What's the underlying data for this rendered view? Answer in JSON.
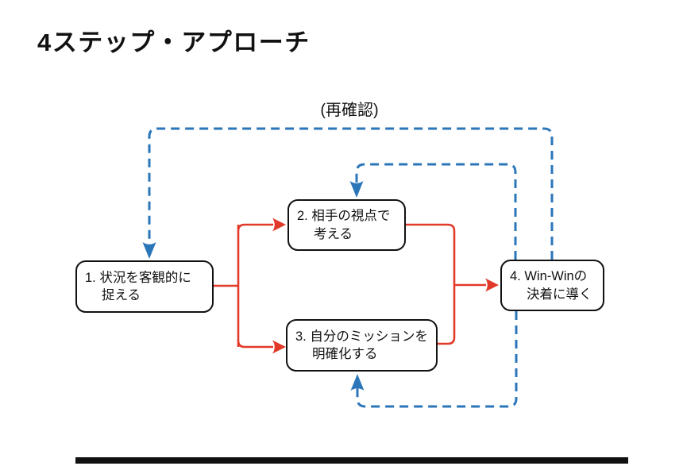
{
  "title": "4ステップ・アプローチ",
  "annotation": "(再確認)",
  "colors": {
    "flow": "#e23a2a",
    "feedback": "#2b76b9",
    "ink": "#111111"
  },
  "boxes": [
    {
      "id": "step-1",
      "lines": [
        "1. 状況を客観的に",
        "捉える"
      ]
    },
    {
      "id": "step-2",
      "lines": [
        "2. 相手の視点で",
        "考える"
      ]
    },
    {
      "id": "step-3",
      "lines": [
        "3. 自分のミッションを",
        "明確化する"
      ]
    },
    {
      "id": "step-4",
      "lines": [
        "4. Win-Winの",
        "決着に導く"
      ]
    }
  ],
  "edges": [
    {
      "from": "step-1",
      "to": "step-2",
      "style": "solid"
    },
    {
      "from": "step-1",
      "to": "step-3",
      "style": "solid"
    },
    {
      "from": "step-2",
      "to": "step-4",
      "style": "solid"
    },
    {
      "from": "step-3",
      "to": "step-4",
      "style": "solid"
    },
    {
      "from": "step-4",
      "to": "step-1",
      "style": "dashed",
      "label": "(再確認)"
    },
    {
      "from": "step-4",
      "to": "step-2",
      "style": "dashed"
    },
    {
      "from": "step-4",
      "to": "step-3",
      "style": "dashed"
    }
  ]
}
